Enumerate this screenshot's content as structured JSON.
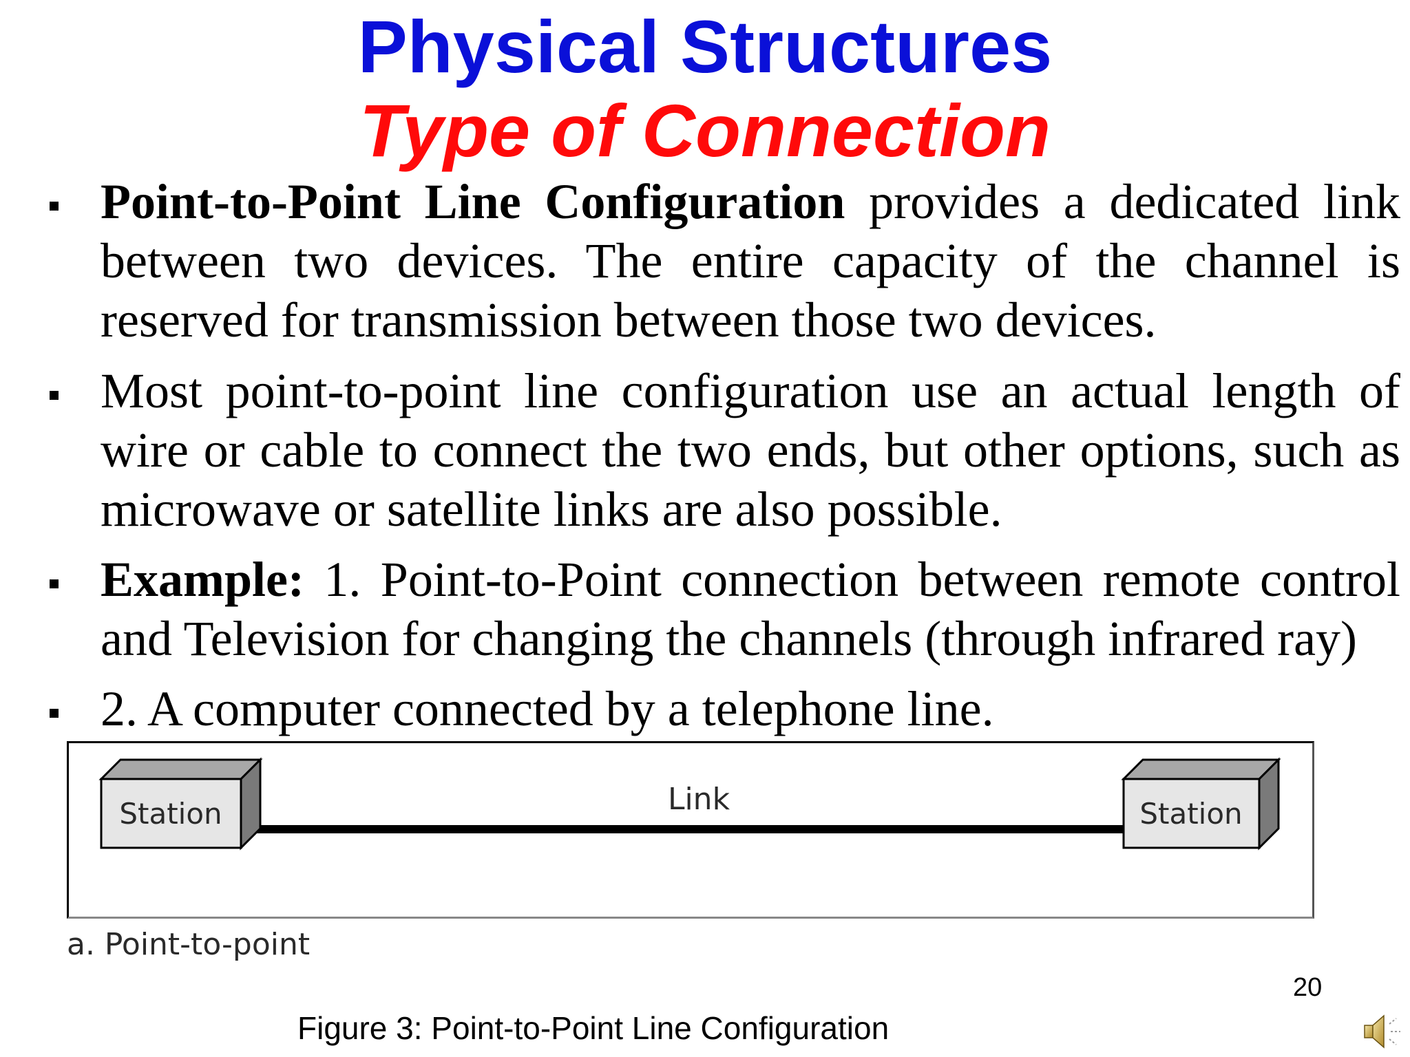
{
  "slide": {
    "title": "Physical Structures",
    "subtitle": "Type of Connection",
    "page_number": "20",
    "figure_caption": "Figure 3: Point-to-Point Line Configuration"
  },
  "bullets": [
    {
      "bold": "Point-to-Point Line Configuration",
      "text": " provides a dedicated link between two devices. The entire capacity of the channel is reserved for transmission between those two devices."
    },
    {
      "bold": "",
      "text": "Most point-to-point line configuration use an actual length of wire or cable to connect the two ends, but other options, such as microwave or satellite links are also possible."
    },
    {
      "bold": "Example:",
      "text": " 1. Point-to-Point connection between remote control and Television for changing the channels (through infrared ray)"
    },
    {
      "bold": "",
      "text": "2. A computer connected by a telephone line."
    }
  ],
  "diagram": {
    "left_station": "Station",
    "right_station": "Station",
    "link_label": "Link",
    "caption": "a. Point-to-point"
  },
  "icons": {
    "speaker": "speaker-icon",
    "bullet": "square-bullet-icon"
  },
  "colors": {
    "title": "#0a10d8",
    "subtitle": "#ff0a0a",
    "station_front": "#e6e6e6",
    "station_top": "#a8a8a8",
    "station_side": "#7a7a7a"
  }
}
